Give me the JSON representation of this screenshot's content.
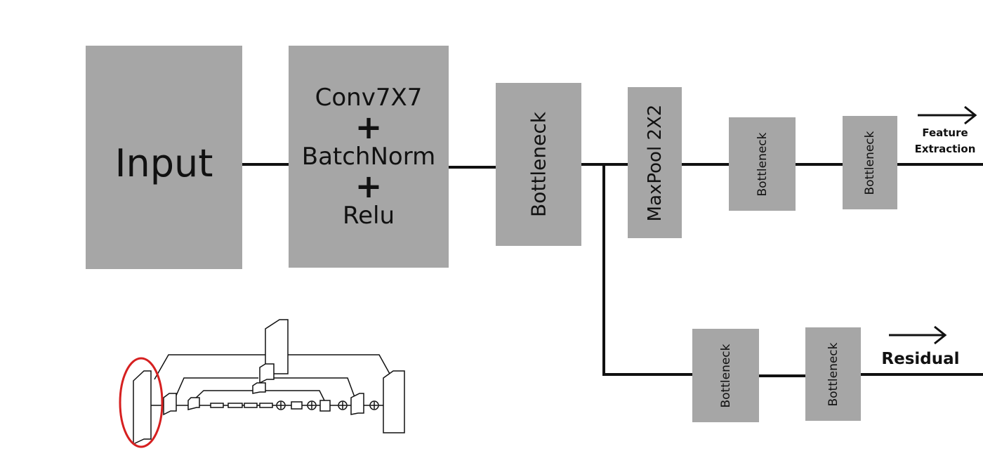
{
  "blocks": {
    "input": "Input",
    "conv": "Conv7X7",
    "plus_1": "+",
    "batchnorm": "BatchNorm",
    "plus_2": "+",
    "relu": "Relu",
    "bottleneck_main": "Bottleneck",
    "maxpool": "MaxPool 2X2",
    "bottleneck_upper_1": "Bottleneck",
    "bottleneck_upper_2": "Bottleneck",
    "bottleneck_lower_1": "Bottleneck",
    "bottleneck_lower_2": "Bottleneck"
  },
  "outputs": {
    "feature_line1": "Feature",
    "feature_line2": "Extraction",
    "residual": "Residual"
  },
  "colors": {
    "block_fill": "#a6a6a6",
    "line": "#111111",
    "highlight_circle": "#d62020"
  },
  "icons": {
    "output_arrow": "right-arrow-icon",
    "thumbnail": "hourglass-network-thumbnail",
    "highlight": "red-ellipse-highlight"
  }
}
